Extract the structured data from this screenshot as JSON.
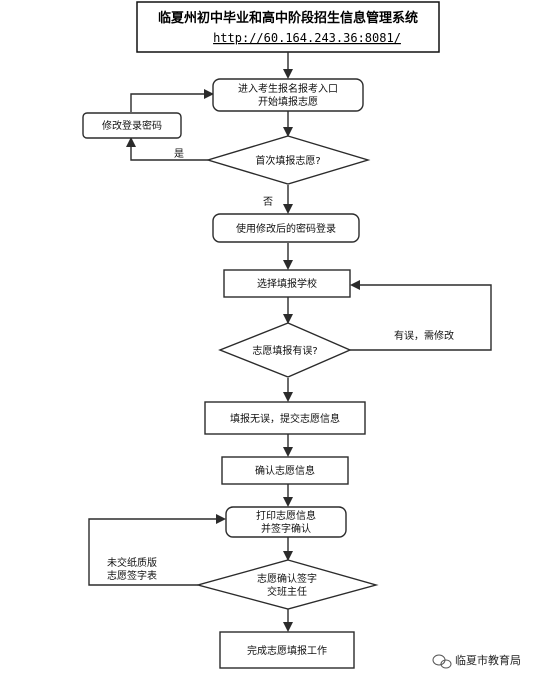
{
  "header": {
    "title": "临夏州初中毕业和高中阶段招生信息管理系统",
    "url": "http://60.164.243.36:8081/"
  },
  "nodes": {
    "enter": [
      "进入考生报名报考入口",
      "开始填报志愿"
    ],
    "modify_password": "修改登录密码",
    "first_time": "首次填报志愿?",
    "login_modified": "使用修改后的密码登录",
    "select_school": "选择填报学校",
    "has_error": "志愿填报有误?",
    "submit": "填报无误，提交志愿信息",
    "confirm": "确认志愿信息",
    "print": [
      "打印志愿信息",
      "并签字确认"
    ],
    "submit_teacher": [
      "志愿确认签字",
      "交班主任"
    ],
    "complete": "完成志愿填报工作"
  },
  "edges": {
    "yes": "是",
    "no": "否",
    "need_modify": "有误，需修改",
    "not_submitted": [
      "未交纸质版",
      "志愿签字表"
    ]
  },
  "watermark": "临夏市教育局"
}
